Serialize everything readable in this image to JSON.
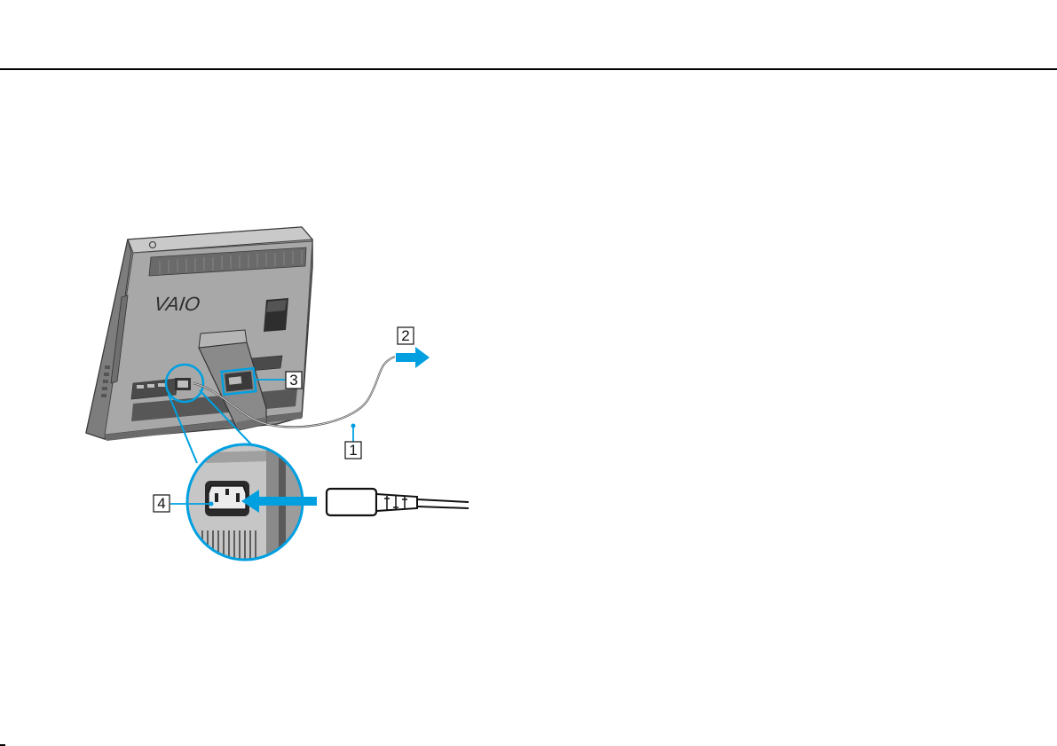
{
  "page": {
    "brand_logo": "VAIO",
    "colors": {
      "callout": "#00a0e0",
      "body": "#8f8f8f",
      "body_dark": "#5a5a5a",
      "rule": "#000000"
    }
  },
  "callouts": [
    {
      "number": "1"
    },
    {
      "number": "2"
    },
    {
      "number": "3"
    },
    {
      "number": "4"
    }
  ]
}
